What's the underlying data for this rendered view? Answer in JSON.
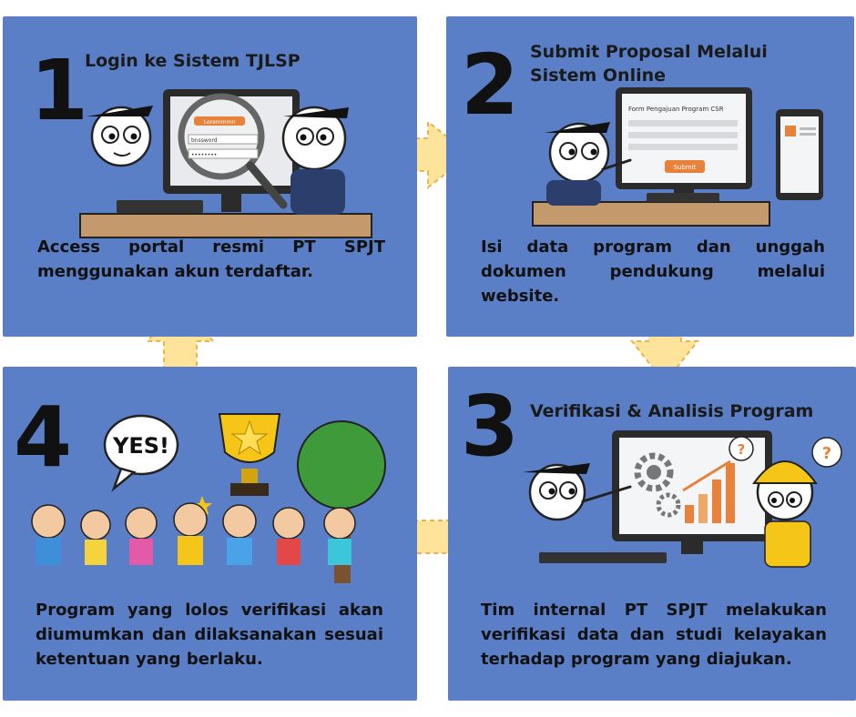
{
  "steps": [
    {
      "number": "1",
      "title": "Login ke Sistem TJLSP",
      "desc": "Access portal resmi PT SPJT menggunakan akun terdaftar."
    },
    {
      "number": "2",
      "title": "Submit Proposal Melalui Sistem Online",
      "desc": "Isi data program dan unggah dokumen pendukung melalui website."
    },
    {
      "number": "3",
      "title": "Verifikasi & Analisis Program",
      "desc": "Tim internal PT SPJT melakukan verifikasi data dan studi kelayakan terhadap program yang diajukan."
    },
    {
      "number": "4",
      "title": "",
      "desc": "Program yang lolos verifikasi akan diumumkan dan dilaksanakan sesuai ketentuan yang berlaku."
    }
  ],
  "screen": {
    "login_button": "Loremmmn",
    "login_user": "bnssword",
    "login_pass": "••••••••",
    "form_title": "Form Pengajuan Program CSR",
    "submit_label": "Submit"
  },
  "bubble": {
    "text": "YES!"
  },
  "colors": {
    "panel": "#5a7fc6",
    "arrow": "#fde49a",
    "arrow_dash": "#e9b44a",
    "accent": "#e8823a"
  }
}
